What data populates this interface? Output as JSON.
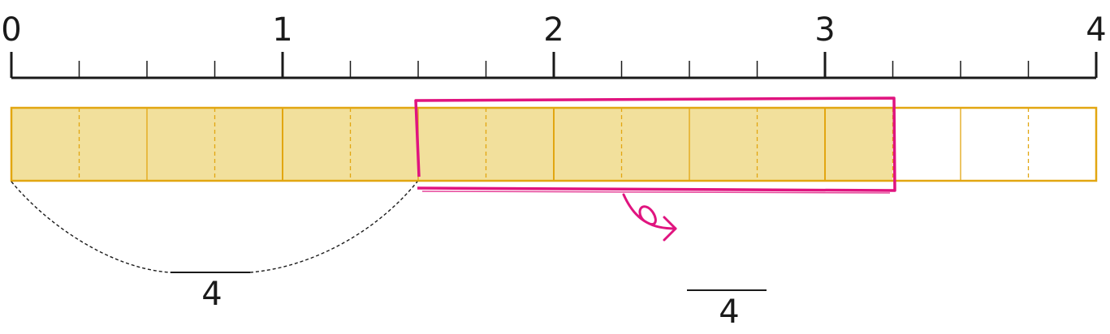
{
  "number_line": {
    "labels": [
      "0",
      "1",
      "2",
      "3",
      "4"
    ],
    "min": 0,
    "max": 4,
    "subdivisions_per_unit": 4
  },
  "bar": {
    "total_parts": 16,
    "shaded_parts": 13,
    "fill_color": "#f2e09c",
    "stroke_color": "#e2a611",
    "empty_color": "#ffffff"
  },
  "highlight": {
    "from_part": 6,
    "to_part": 13,
    "color": "#e0147f",
    "arrow_icon": "curl-arrow-icon"
  },
  "brace": {
    "from_part": 0,
    "to_part": 6,
    "style": "dashed"
  },
  "fraction_left": {
    "denominator": "4"
  },
  "fraction_right": {
    "denominator": "4"
  },
  "colors": {
    "axis": "#1a1a1a",
    "brace": "#1a1a1a"
  }
}
